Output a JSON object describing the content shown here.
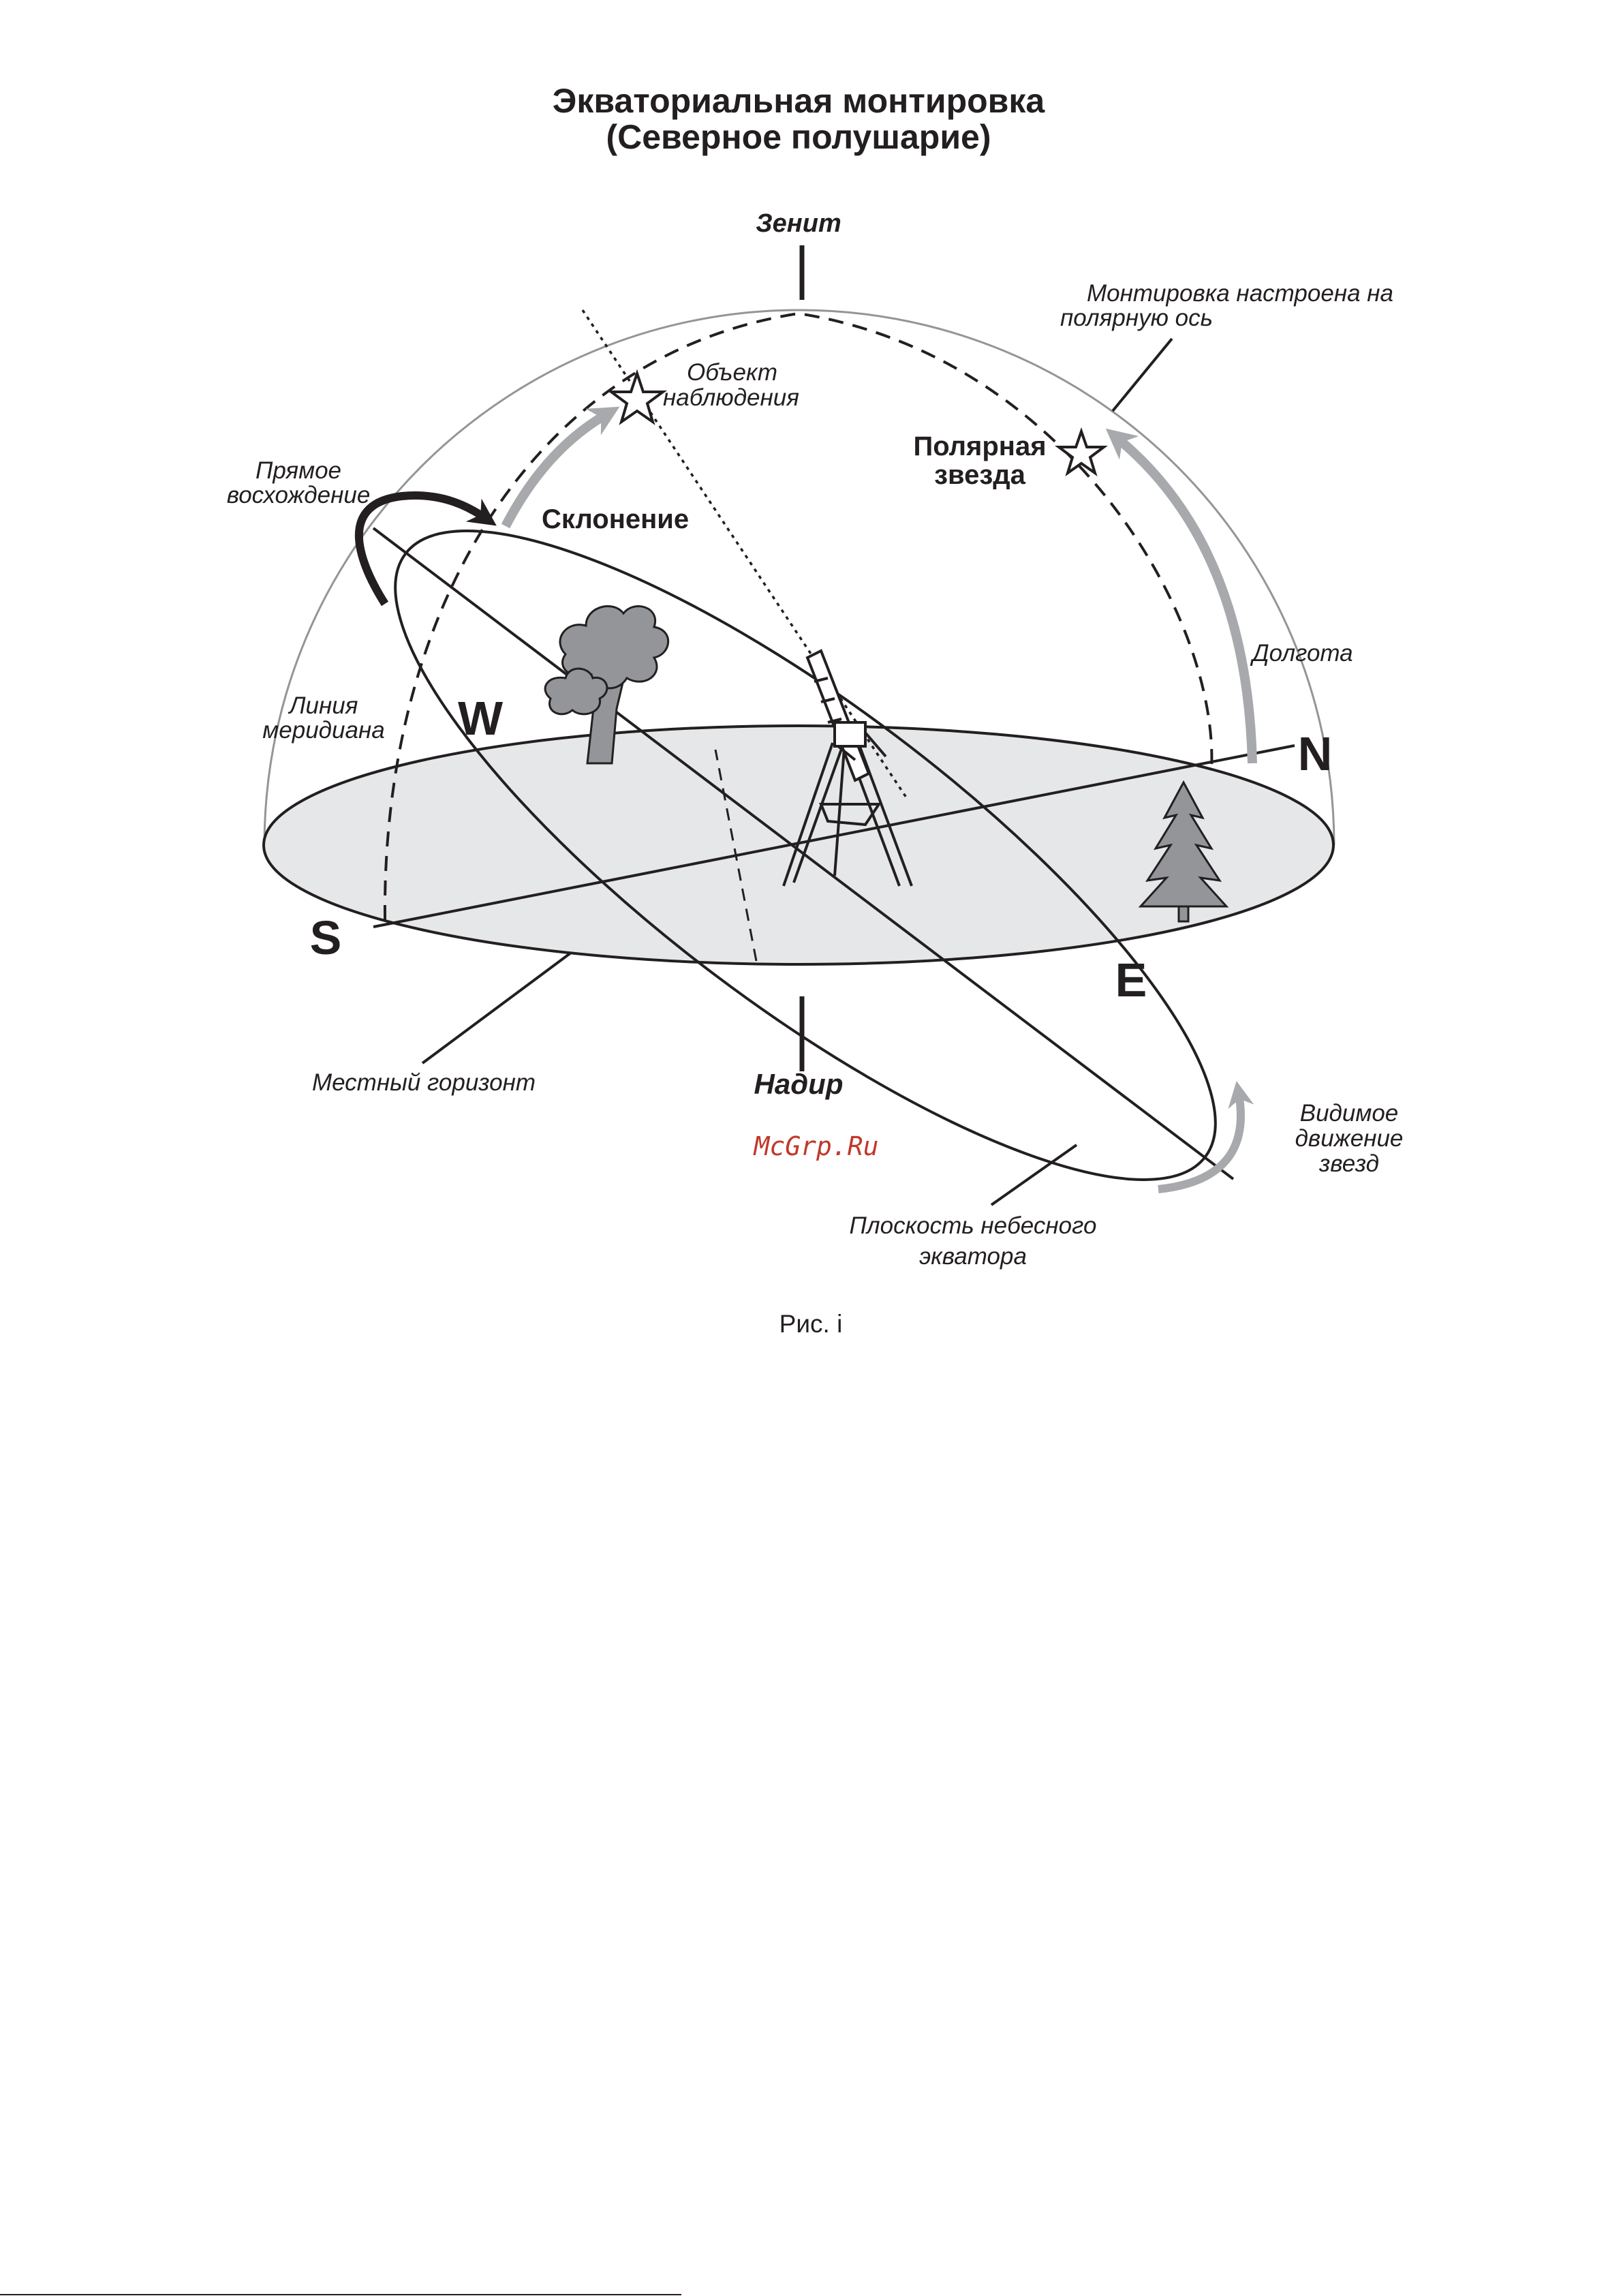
{
  "title": {
    "line1": "Экваториальная монтировка",
    "line2": "(Северное полушарие)"
  },
  "labels": {
    "zenith": "Зенит",
    "nadir": "Надир",
    "mount_polar_line1": "Монтировка настроена на",
    "mount_polar_line2": "полярную ось",
    "object_line1": "Объект",
    "object_line2": "наблюдения",
    "polaris_line1": "Полярная",
    "polaris_line2": "звезда",
    "ra_line1": "Прямое",
    "ra_line2": "восхождение",
    "declination": "Склонение",
    "longitude": "Долгота",
    "meridian_line1": "Линия",
    "meridian_line2": "меридиана",
    "local_horizon": "Местный горизонт",
    "apparent_line1": "Видимое",
    "apparent_line2": "движение",
    "apparent_line3": "звезд",
    "equator_line1": "Плоскость небесного",
    "equator_line2": "экватора"
  },
  "compass": {
    "north": "N",
    "south": "S",
    "east": "E",
    "west": "W"
  },
  "watermark": "McGrp.Ru",
  "caption": "Рис. i",
  "colors": {
    "ink": "#231f20",
    "horizon_fill": "#e6e7e8",
    "arrow_gray": "#a7a9ac",
    "dome": "#939598",
    "watermark": "#c0392b"
  }
}
